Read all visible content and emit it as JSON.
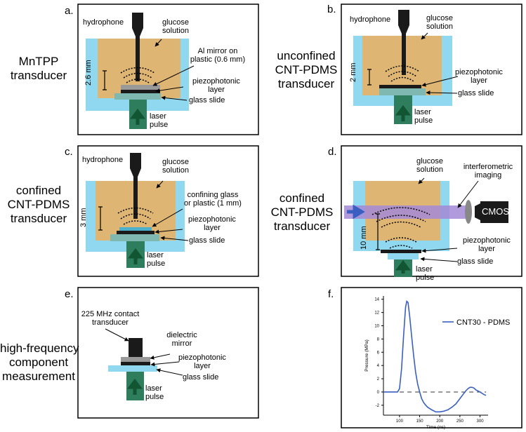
{
  "colors": {
    "glucose": "#deb572",
    "tank": "#8fd8f0",
    "glass": "#7fb8b0",
    "laser": "#2e7d5c",
    "dark": "#1a1a1a",
    "mirror": "#999999",
    "probe_beam": "#a48ad6",
    "series_line": "#3a5fc0"
  },
  "panels": {
    "a": {
      "letter": "a.",
      "side": [
        "MnTPP",
        "transducer"
      ],
      "hydrophone": "hydrophone",
      "glucose": [
        "glucose",
        "solution"
      ],
      "mirror": [
        "Al mirror on",
        "plastic (0.6 mm)"
      ],
      "piezo": [
        "piezophotonic",
        "layer"
      ],
      "glass": "glass slide",
      "laser": [
        "laser",
        "pulse"
      ],
      "distance": "2.6 mm"
    },
    "b": {
      "letter": "b.",
      "side": [
        "unconfined",
        "CNT-PDMS",
        "transducer"
      ],
      "hydrophone": "hydrophone",
      "glucose": [
        "glucose",
        "solution"
      ],
      "piezo": [
        "piezophotonic",
        "layer"
      ],
      "glass": "glass slide",
      "laser": [
        "laser",
        "pulse"
      ],
      "distance": "2 mm"
    },
    "c": {
      "letter": "c.",
      "side": [
        "confined",
        "CNT-PDMS",
        "transducer"
      ],
      "hydrophone": "hydrophone",
      "glucose": [
        "glucose",
        "solution"
      ],
      "confining": [
        "confining glass",
        "or plastic (1 mm)"
      ],
      "piezo": [
        "piezophotonic",
        "layer"
      ],
      "glass": "glass slide",
      "laser": [
        "laser",
        "pulse"
      ],
      "distance": "3 mm"
    },
    "d": {
      "letter": "d.",
      "side": [
        "confined",
        "CNT-PDMS",
        "transducer"
      ],
      "glucose": [
        "glucose",
        "solution"
      ],
      "imaging": [
        "interferometric",
        "imaging"
      ],
      "camera": "CMOS",
      "piezo": [
        "piezophotonic",
        "layer"
      ],
      "glass": "glass slide",
      "laser": [
        "laser",
        "pulse"
      ],
      "distance": "10 mm"
    },
    "e": {
      "letter": "e.",
      "side": [
        "high-frequency",
        "component",
        "measurement"
      ],
      "contact": [
        "225 MHz contact",
        "transducer"
      ],
      "dielectric": [
        "dielectric",
        "mirror"
      ],
      "piezo": [
        "piezophotonic",
        "layer"
      ],
      "glass": "glass slide",
      "laser": [
        "laser",
        "pulse"
      ]
    },
    "f": {
      "letter": "f."
    }
  },
  "chart_data": {
    "type": "line",
    "xlabel": "Time (ns)",
    "ylabel": "Pressure (MPa)",
    "xlim": [
      60,
      320
    ],
    "ylim": [
      -3.5,
      14.5
    ],
    "x_ticks": [
      100,
      150,
      200,
      250,
      300
    ],
    "y_ticks": [
      -2,
      0,
      2,
      4,
      6,
      8,
      10,
      12,
      14
    ],
    "legend_placement": "top-right",
    "grid": false,
    "reference_line": {
      "y": 0,
      "style": "dashed"
    },
    "series": [
      {
        "name": "CNT30 - PDMS",
        "x": [
          60,
          80,
          95,
          100,
          105,
          110,
          115,
          118,
          121,
          125,
          130,
          135,
          140,
          145,
          150,
          155,
          160,
          165,
          170,
          180,
          190,
          200,
          210,
          220,
          230,
          240,
          250,
          260,
          265,
          270,
          275,
          280,
          285,
          290,
          300,
          310,
          315
        ],
        "y": [
          0,
          0,
          0,
          0.5,
          3.5,
          8.5,
          12.8,
          13.7,
          13.5,
          11.5,
          8.5,
          5.5,
          3.0,
          1.2,
          0,
          -1.0,
          -1.6,
          -2.0,
          -2.3,
          -2.7,
          -3.0,
          -3.0,
          -2.9,
          -2.7,
          -2.3,
          -1.8,
          -1.0,
          -0.2,
          0.2,
          0.5,
          0.7,
          0.7,
          0.6,
          0.3,
          0,
          -0.4,
          -0.5
        ]
      }
    ]
  }
}
